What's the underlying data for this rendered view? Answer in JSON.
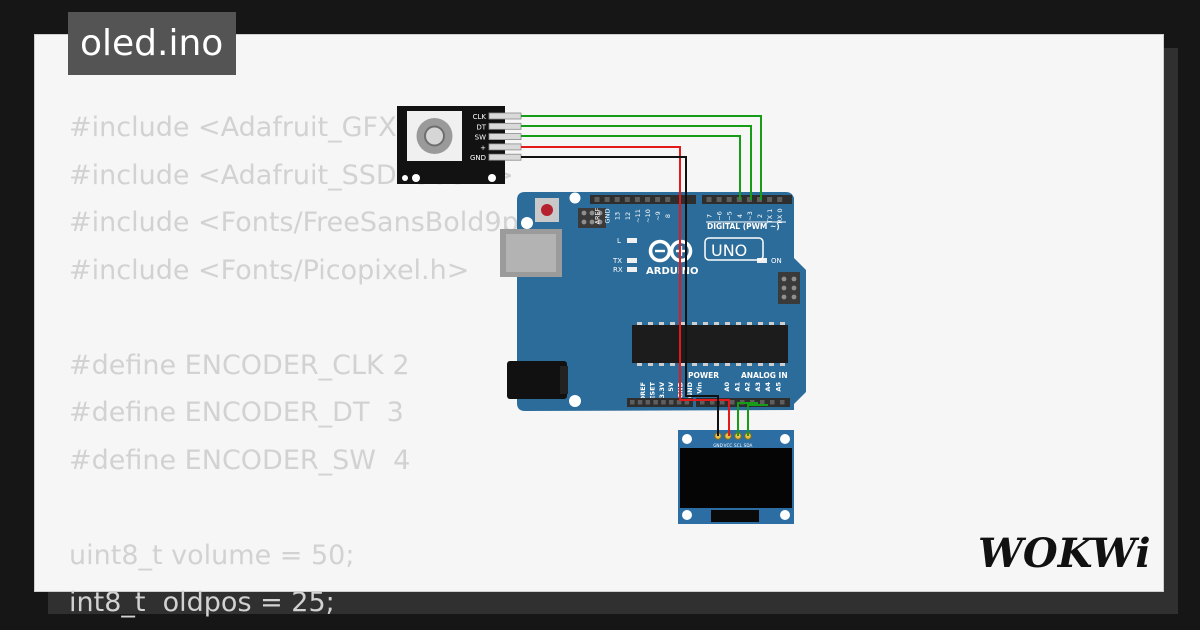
{
  "title": "oled.ino",
  "code_lines": [
    "#include <Adafruit_GFX.h>",
    "#include <Adafruit_SSD1306.h>",
    "#include <Fonts/FreeSansBold9pt7b.h>",
    "#include <Fonts/Picopixel.h>",
    "",
    "#define ENCODER_CLK 2",
    "#define ENCODER_DT  3",
    "#define ENCODER_SW  4",
    "",
    "uint8_t volume = 50;",
    "int8_t  oldpos = 25;"
  ],
  "logo_text": "WOKWi",
  "encoder": {
    "pins": [
      "CLK",
      "DT",
      "SW",
      "+",
      "GND"
    ]
  },
  "arduino": {
    "brand": "ARDUINO",
    "model": "UNO",
    "digital_label": "DIGITAL (PWM ~)",
    "power_label": "POWER",
    "analog_label": "ANALOG IN",
    "on_label": "ON",
    "l_label": "L",
    "tx_label": "TX",
    "rx_label": "RX",
    "digital_pins": [
      "AREF",
      "GND",
      "13",
      "12",
      "~11",
      "~10",
      "~9",
      "8",
      "7",
      "~6",
      "~5",
      "4",
      "~3",
      "2",
      "TX 1",
      "RX 0"
    ],
    "power_pins": [
      "IOREF",
      "RESET",
      "3.3V",
      "5V",
      "GND",
      "GND",
      "Vin"
    ],
    "analog_pins": [
      "A0",
      "A1",
      "A2",
      "A3",
      "A4",
      "A5"
    ]
  },
  "oled": {
    "pins": [
      "GND",
      "VCC",
      "SCL",
      "SDA"
    ]
  },
  "colors": {
    "board": "#2b6c9a",
    "wire_green": "#169c16",
    "wire_red": "#e3191b",
    "wire_black": "#111111"
  }
}
